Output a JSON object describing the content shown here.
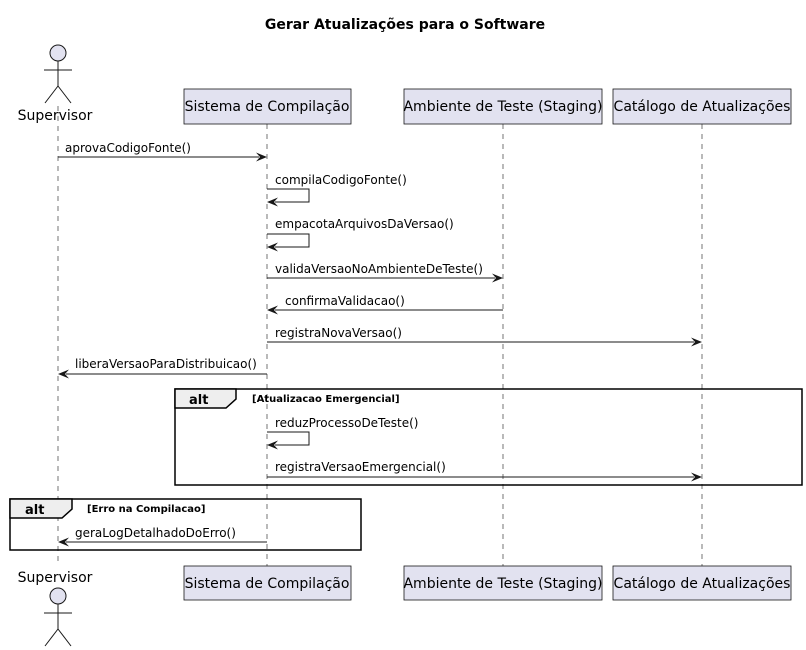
{
  "diagram": {
    "title": "Gerar Atualizações para o Software",
    "actor": {
      "label": "Supervisor"
    },
    "participants": [
      {
        "label": "Sistema de Compilação"
      },
      {
        "label": "Ambiente de Teste (Staging)"
      },
      {
        "label": "Catálogo de Atualizações"
      }
    ],
    "messages": [
      {
        "from": "Supervisor",
        "to": "Sistema de Compilação",
        "label": "aprovaCodigoFonte()"
      },
      {
        "from": "Sistema de Compilação",
        "to": "Sistema de Compilação",
        "label": "compilaCodigoFonte()"
      },
      {
        "from": "Sistema de Compilação",
        "to": "Sistema de Compilação",
        "label": "empacotaArquivosDaVersao()"
      },
      {
        "from": "Sistema de Compilação",
        "to": "Ambiente de Teste (Staging)",
        "label": "validaVersaoNoAmbienteDeTeste()"
      },
      {
        "from": "Ambiente de Teste (Staging)",
        "to": "Sistema de Compilação",
        "label": "confirmaValidacao()"
      },
      {
        "from": "Sistema de Compilação",
        "to": "Catálogo de Atualizações",
        "label": "registraNovaVersao()"
      },
      {
        "from": "Sistema de Compilação",
        "to": "Supervisor",
        "label": "liberaVersaoParaDistribuicao()"
      },
      {
        "from": "Sistema de Compilação",
        "to": "Sistema de Compilação",
        "label": "reduzProcessoDeTeste()"
      },
      {
        "from": "Sistema de Compilação",
        "to": "Catálogo de Atualizações",
        "label": "registraVersaoEmergencial()"
      },
      {
        "from": "Sistema de Compilação",
        "to": "Supervisor",
        "label": "geraLogDetalhadoDoErro()"
      }
    ],
    "fragments": [
      {
        "keyword": "alt",
        "condition": "[Atualizacao Emergencial]"
      },
      {
        "keyword": "alt",
        "condition": "[Erro na Compilacao]"
      }
    ],
    "colors": {
      "participant_fill": "#e2e2f0",
      "line": "#181818",
      "fragment_tab": "#eeeeee"
    }
  }
}
